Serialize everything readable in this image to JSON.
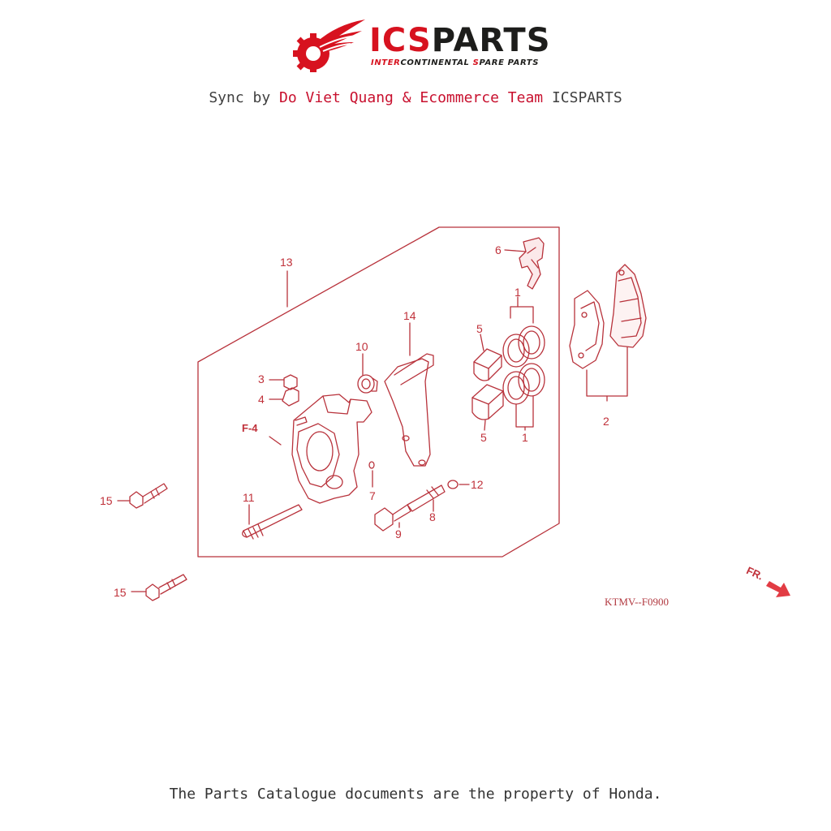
{
  "brand": {
    "name_part1": "ICS",
    "name_part2": "PARTS",
    "tagline": {
      "p1": "INTER",
      "p2": "CONTINENTAL ",
      "p3": "S",
      "p4": "PARE PARTS"
    }
  },
  "sync_line": {
    "prefix": "Sync by ",
    "highlight": "Do Viet Quang & Ecommerce Team",
    "suffix": " ICSPARTS"
  },
  "diagram": {
    "callouts": {
      "c13": "13",
      "c6": "6",
      "c1a": "1",
      "c14": "14",
      "c5a": "5",
      "c10": "10",
      "c3": "3",
      "c4": "4",
      "c2": "2",
      "c5b": "5",
      "c1b": "1",
      "c7": "7",
      "c12": "12",
      "c11": "11",
      "c8": "8",
      "c9": "9",
      "c15a": "15",
      "c15b": "15"
    },
    "ref": "F-4",
    "direction": "FR.",
    "code": "KTMV--F0900"
  },
  "footer": "The Parts Catalogue documents are the property of Honda.",
  "colors": {
    "brand_red": "#d7121f",
    "line_red": "#c0313a",
    "text_dark": "#1d1d1b"
  }
}
